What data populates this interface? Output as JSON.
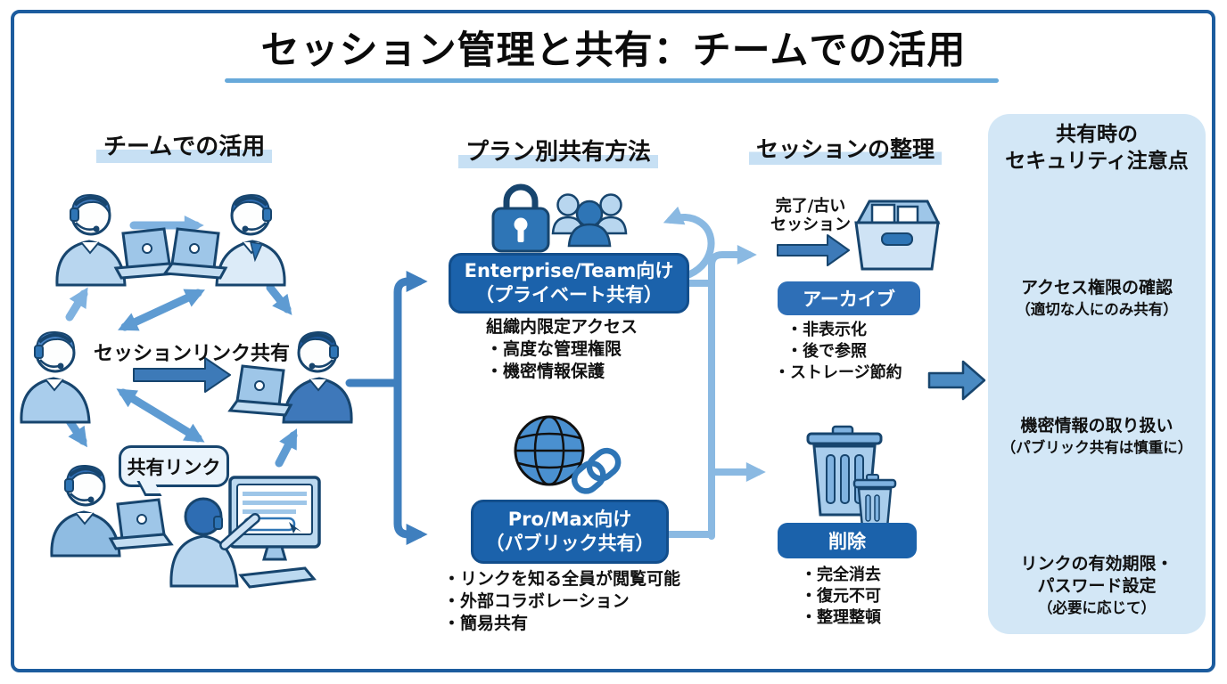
{
  "title": "セッション管理と共有：チームでの活用",
  "team_section": {
    "heading": "チームでの活用",
    "flow_label": "セッションリンク共有",
    "speech_bubble": "共有リンク"
  },
  "plans_section": {
    "heading": "プラン別共有方法",
    "enterprise_box": {
      "line1": "Enterprise/Team向け",
      "line2": "（プライベート共有）"
    },
    "enterprise_points": [
      "組織内限定アクセス",
      "・高度な管理権限",
      "・機密情報保護"
    ],
    "promax_box": {
      "line1": "Pro/Max向け",
      "line2": "（パブリック共有）"
    },
    "promax_points": [
      "・リンクを知る全員が閲覧可能",
      "・外部コラボレーション",
      "・簡易共有"
    ]
  },
  "organize_section": {
    "heading": "セッションの整理",
    "source_line1": "完了/古い",
    "source_line2": "セッション",
    "archive_label": "アーカイブ",
    "archive_points": [
      "・非表示化",
      "・後で参照",
      "・ストレージ節約"
    ],
    "delete_label": "削除",
    "delete_points": [
      "・完全消去",
      "・復元不可",
      "・整理整頓"
    ]
  },
  "security_section": {
    "heading_line1": "共有時の",
    "heading_line2": "セキュリティ注意点",
    "item1": {
      "icon": "shield-check-icon",
      "line1": "アクセス権限の確認",
      "line2": "（適切な人にのみ共有）"
    },
    "item2": {
      "icon": "lock-warning-icon",
      "line1": "機密情報の取り扱い",
      "line2": "（パブリック共有は慎重に）"
    },
    "item3": {
      "icon": "link-expiry-icon",
      "line1": "リンクの有効期限・",
      "line2": "パスワード設定",
      "line3": "（必要に応じて）"
    }
  },
  "colors": {
    "frame_border": "#1c5c9e",
    "title_underline": "#67a9da",
    "heading_highlight": "#c7e0f4",
    "plan_box_blue": "#1b62ab",
    "tag_box_blue": "#2e6fb7",
    "panel_background": "#d3e7f6",
    "arrow_mid_blue": "#5e9bd2",
    "arrow_light_blue": "#8ab9e2",
    "arrow_dark_blue": "#3d7ab8",
    "outline_navy": "#17456e"
  }
}
